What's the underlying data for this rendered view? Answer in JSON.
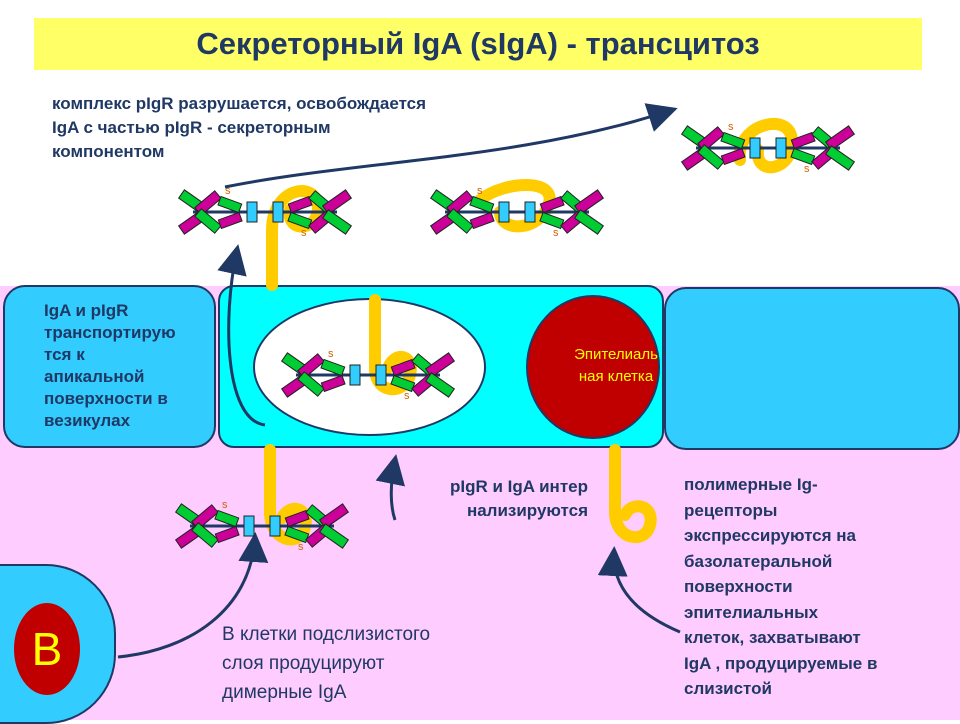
{
  "title": "Секреторный IgA (sIgA) - трансцитоз",
  "notes": {
    "top": "комплекс pIgR разрушается, освобождается\nIgA с частью pIgR - секреторным\nкомпонентом",
    "left": "IgA и pIgR\nтранспортирую\nтся к\nапикальной\nповерхности в\nвезикулах",
    "mid": "pIgR и IgA интер\nнализируются",
    "right": "полимерные Ig-\nрецепторы\nэкспрессируются на\nбазолатеральной\nповерхности\nэпителиальных\nклеток, захватывают\nIgA , продуцируемые в\nслизистой",
    "bcell_note": "В клетки подслизистого\nслоя продуцируют\nдимерные IgA"
  },
  "nucleus_label": "Эпителиаль\nная клетка",
  "b_cell_label": "B",
  "colors": {
    "title_bg": "#ffff66",
    "title_text": "#1f3864",
    "lumen_bg": "#ffffff",
    "submucosa_bg": "#ffccff",
    "cell_blue": "#33ccff",
    "cell_cyan": "#00ffff",
    "nucleus": "#c00000",
    "receptor_yellow": "#ffcc00",
    "ig_green": "#00cc33",
    "ig_magenta": "#cc0099",
    "arrow": "#1f3864"
  }
}
